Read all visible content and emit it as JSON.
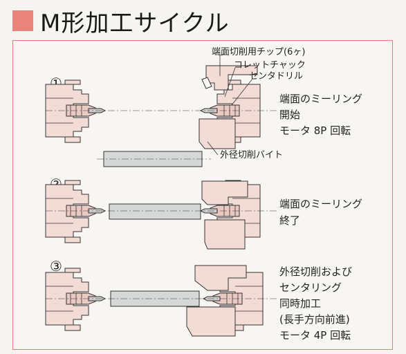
{
  "title": "M形加工サイクル",
  "colors": {
    "accent": "#e8847c",
    "body_fill": "#f3dcd6",
    "bar_fill": "#d6d8d8",
    "line": "#333333",
    "frame": "#e07f78"
  },
  "steps": [
    {
      "number": "①",
      "callouts": [
        "端面切削用チップ(6ヶ)",
        "コレットチャック",
        "センタドリル",
        "外径切削バイト"
      ],
      "description": [
        "端面のミーリング",
        "開始",
        "モータ 8P 回転"
      ]
    },
    {
      "number": "②",
      "description": [
        "端面のミーリング",
        "終了"
      ]
    },
    {
      "number": "③",
      "description": [
        "外径切削および",
        "センタリング",
        "同時加工",
        "(長手方向前進)",
        "モータ 4P 回転"
      ]
    }
  ]
}
